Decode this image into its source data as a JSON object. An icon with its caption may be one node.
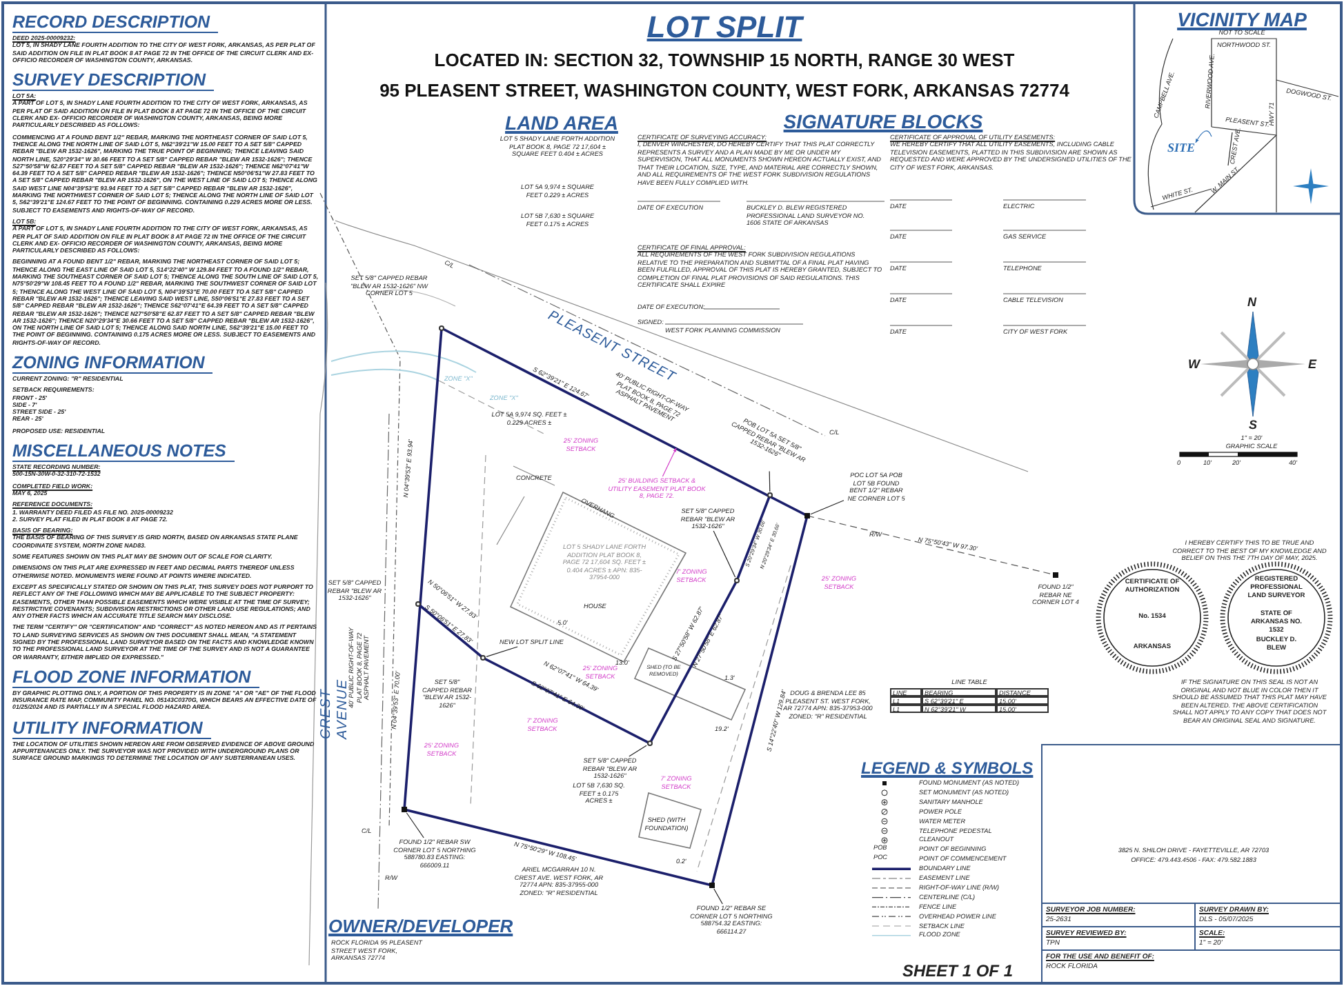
{
  "diagram": {
    "title": "LOT SPLIT",
    "nodes": [
      {
        "text": [
          "25' BUILDING SETBACK & UTILITY EASEMENT PLAT BOOK 8, PAGE 72."
        ]
      },
      {
        "text": [
          "POB LOT 5A SET 5/8\" CAPPED REBAR \"BLEW AR 1532-1626\""
        ]
      },
      {
        "text": [
          "POC LOT 5A POB LOT 5B FOUND BENT 1/2\" REBAR NE CORNER LOT 5"
        ]
      },
      {
        "text": [
          "SET 5/8\" CAPPED REBAR \"BLEW AR 1532-1626\""
        ]
      },
      {
        "text": [
          "NEW LOT SPLIT LINE"
        ]
      },
      {
        "text": [
          "SET 5/8\" CAPPED REBAR \"BLEW AR 1532-1626\""
        ]
      },
      {
        "text": [
          "FOUND 1/2\" REBAR SW CORNER LOT 5 NORTHING 588780.83 EASTING: 666009.11"
        ]
      },
      {
        "text": [
          "FOUND 1/2\" REBAR SE CORNER LOT 5 NORTHING 588754.32 EASTING: 666114.27"
        ]
      },
      {
        "text": [
          "SITE"
        ]
      },
      {
        "text": [],
        "shape": "circle"
      },
      {
        "text": [],
        "shape": "circle"
      },
      {
        "text": [],
        "shape": "box"
      },
      {
        "text": [],
        "shape": "box"
      },
      {
        "text": [],
        "shape": "circle"
      },
      {
        "text": [],
        "shape": "circle"
      },
      {
        "text": [],
        "shape": "circle"
      },
      {
        "text": [],
        "shape": "circle"
      },
      {
        "text": [],
        "shape": "box"
      },
      {
        "text": [],
        "shape": "box"
      }
    ],
    "edges": [
      {
        "from": 0,
        "to": null,
        "arrow": "to",
        "color": "#d23dc8"
      },
      {
        "from": 1,
        "to": 10,
        "arrow": "none"
      },
      {
        "from": 2,
        "to": 11,
        "arrow": "none"
      },
      {
        "from": 3,
        "to": 13,
        "arrow": "none"
      },
      {
        "from": 4,
        "to": 15,
        "arrow": "none"
      },
      {
        "from": 5,
        "to": 16,
        "arrow": "none"
      },
      {
        "from": 6,
        "to": 17,
        "arrow": "none"
      },
      {
        "from": 7,
        "to": 18,
        "arrow": "none"
      },
      {
        "from": null,
        "to": 8,
        "arrow": "to",
        "color": "#2d6fb5"
      }
    ],
    "labels": [
      "RECORD DESCRIPTION",
      "DEED 2025-00009232:",
      "LOT 5, IN SHADY LANE FOURTH ADDITION TO THE CITY OF WEST FORK, ARKANSAS, AS PER PLAT OF SAID ADDITION ON FILE IN PLAT BOOK 8 AT PAGE 72 IN THE OFFICE OF THE CIRCUIT CLERK AND EX- OFFICIO RECORDER OF WASHINGTON COUNTY, ARKANSAS.",
      "SURVEY DESCRIPTION",
      "LOT 5A:",
      "A PART OF LOT 5, IN SHADY LANE FOURTH ADDITION TO THE CITY OF WEST FORK, ARKANSAS, AS PER PLAT OF SAID ADDITION ON FILE IN PLAT BOOK 8 AT PAGE 72 IN THE OFFICE OF THE CIRCUIT CLERK AND EX- OFFICIO RECORDER OF WASHINGTON COUNTY, ARKANSAS, BEING MORE PARTICULARLY DESCRIBED AS FOLLOWS:",
      "COMMENCING AT A FOUND BENT 1/2\" REBAR, MARKING THE NORTHEAST CORNER OF SAID LOT 5, THENCE ALONG THE NORTH LINE OF SAID LOT 5, N62°39'21\"W 15.00 FEET TO A SET 5/8\" CAPPED REBAR \"BLEW AR 1532-1626\", MARKING THE TRUE POINT OF BEGINNING; THENCE LEAVING SAID NORTH LINE, S20°29'34\" W 30.66 FEET TO A SET 5/8\" CAPPED REBAR \"BLEW AR 1532-1626\"; THENCE S27°50'58\"W 62.87 FEET TO A SET 5/8\" CAPPED REBAR \"BLEW AR 1532-1626\"; THENCE N62°07'41\"W 64.39 FEET TO A SET 5/8\" CAPPED REBAR \"BLEW AR 1532-1626\"; THENCE N50°06'51\"W 27.83 FEET TO A SET 5/8\" CAPPED REBAR \"BLEW AR 1532-1626\", ON THE WEST LINE OF SAID LOT 5; THENCE ALONG SAID WEST LINE N04°39'53\"E 93.94 FEET TO A SET 5/8\" CAPPED REBAR \"BLEW AR 1532-1626\", MARKING THE NORTHWEST CORNER OF SAID LOT 5; THENCE ALONG THE NORTH LINE OF SAID LOT 5, S62°39'21\"E 124.67 FEET TO THE POINT OF BEGINNING. CONTAINING 0.229 ACRES MORE OR LESS. SUBJECT TO EASEMENTS AND RIGHTS-OF-WAY OF RECORD.",
      "LOT 5B:",
      "A PART OF LOT 5, IN SHADY LANE FOURTH ADDITION TO THE CITY OF WEST FORK, ARKANSAS, AS PER PLAT OF SAID ADDITION ON FILE IN PLAT BOOK 8 AT PAGE 72 IN THE OFFICE OF THE CIRCUIT CLERK AND EX- OFFICIO RECORDER OF WASHINGTON COUNTY, ARKANSAS, BEING MORE PARTICULARLY DESCRIBED AS FOLLOWS:",
      "BEGINNING AT A FOUND BENT 1/2\" REBAR, MARKING THE NORTHEAST CORNER OF SAID LOT 5; THENCE ALONG THE EAST LINE OF SAID LOT 5, S14°22'40\" W 129.84 FEET TO A FOUND 1/2\" REBAR, MARKING THE SOUTHEAST CORNER OF SAID LOT 5; THENCE ALONG THE SOUTH LINE OF SAID LOT 5, N75°50'29\"W 108.45 FEET TO A FOUND 1/2\" REBAR, MARKING THE SOUTHWEST CORNER OF SAID LOT 5; THENCE ALONG THE WEST LINE OF SAID LOT 5, N04°39'53\"E 70.00 FEET TO A SET 5/8\" CAPPED REBAR \"BLEW AR 1532-1626\"; THENCE LEAVING SAID WEST LINE, S50°06'51\"E 27.83 FEET TO A SET 5/8\" CAPPED REBAR \"BLEW AR 1532-1626\"; THENCE S62°07'41\"E 64.39 FEET TO A SET 5/8\" CAPPED REBAR \"BLEW AR 1532-1626\"; THENCE N27°50'58\"E 62.87 FEET TO A SET 5/8\" CAPPED REBAR \"BLEW AR 1532-1626\"; THENCE N20°29'34\"E 30.66 FEET TO A SET 5/8\" CAPPED REBAR \"BLEW AR 1532-1626\", ON THE NORTH LINE OF SAID LOT 5; THENCE ALONG SAID NORTH LINE, S62°39'21\"E 15.00 FEET TO THE POINT OF BEGINNING. CONTAINING 0.175 ACRES MORE OR LESS. SUBJECT TO EASEMENTS AND RIGHTS-OF-WAY OF RECORD.",
      "ZONING INFORMATION",
      "CURRENT ZONING: \"R\" RESIDENTIAL",
      "SETBACK REQUIREMENTS:",
      "FRONT - 25'",
      "SIDE - 7'",
      "STREET SIDE - 25'",
      "REAR - 25'",
      "PROPOSED USE: RESIDENTIAL",
      "MISCELLANEOUS NOTES",
      "STATE RECORDING NUMBER:",
      "500-15N-30W-0-32-310-72-1532",
      "COMPLETED FIELD WORK:",
      "MAY 6, 2025",
      "REFERENCE DOCUMENTS:",
      "1. WARRANTY DEED FILED AS FILE NO. 2025-00009232",
      "2. SURVEY PLAT FILED IN PLAT BOOK 8 AT PAGE 72.",
      "BASIS OF BEARING:",
      "THE BASIS OF BEARING OF THIS SURVEY IS GRID NORTH, BASED ON ARKANSAS STATE PLANE COORDINATE SYSTEM, NORTH ZONE NAD83.",
      "SOME FEATURES SHOWN ON THIS PLAT MAY BE SHOWN OUT OF SCALE FOR CLARITY.",
      "DIMENSIONS ON THIS PLAT ARE EXPRESSED IN FEET AND DECIMAL PARTS THEREOF UNLESS OTHERWISE NOTED. MONUMENTS WERE FOUND AT POINTS WHERE INDICATED.",
      "EXCEPT AS SPECIFICALLY STATED OR SHOWN ON THIS PLAT, THIS SURVEY DOES NOT PURPORT TO REFLECT ANY OF THE FOLLOWING WHICH MAY BE APPLICABLE TO THE SUBJECT PROPERTY: EASEMENTS, OTHER THAN POSSIBLE EASEMENTS WHICH WERE VISIBLE AT THE TIME OF SURVEY; RESTRICTIVE COVENANTS; SUBDIVISION RESTRICTIONS OR OTHER LAND USE REGULATIONS; AND ANY OTHER FACTS WHICH AN ACCURATE TITLE SEARCH MAY DISCLOSE.",
      "THE TERM \"CERTIFY\" OR \"CERTIFICATION\" AND \"CORRECT\" AS NOTED HEREON AND AS IT PERTAINS TO LAND SURVEYING SERVICES AS SHOWN ON THIS DOCUMENT SHALL MEAN, \"A STATEMENT SIGNED BY THE PROFESSIONAL LAND SURVEYOR BASED ON THE FACTS AND KNOWLEDGE KNOWN TO THE PROFESSIONAL LAND SURVEYOR AT THE TIME OF THE SURVEY AND IS NOT A GUARANTEE OR WARRANTY, EITHER IMPLIED OR EXPRESSED.\"",
      "FLOOD ZONE INFORMATION",
      "BY GRAPHIC PLOTTING ONLY, A PORTION OF THIS PROPERTY IS IN ZONE \"A\" OR \"AE\" OF THE FLOOD INSURANCE RATE MAP, COMMUNITY PANEL NO. 05143C0370G, WHICH BEARS AN EFFECTIVE DATE OF 01/25/2024 AND IS PARTIALLY IN A SPECIAL FLOOD HAZARD AREA.",
      "UTILITY INFORMATION",
      "THE LOCATION OF UTILITIES SHOWN HEREON ARE FROM OBSERVED EVIDENCE OF ABOVE GROUND APPURTENANCES ONLY. THE SURVEYOR WAS NOT PROVIDED WITH UNDERGROUND PLANS OR SURFACE GROUND MARKINGS TO DETERMINE THE LOCATION OF ANY SUBTERRANEAN USES.",
      "LOCATED IN: SECTION 32, TOWNSHIP 15 NORTH, RANGE 30 WEST",
      "95 PLEASENT STREET, WASHINGTON COUNTY, WEST FORK, ARKANSAS 72774",
      "LAND AREA",
      "LOT 5 SHADY LANE FORTH ADDITION PLAT BOOK 8, PAGE 72 17,604 ± SQUARE FEET 0.404 ± ACRES",
      "LOT 5A 9,974 ± SQUARE FEET 0.229 ± ACRES",
      "LOT 5B 7,630 ± SQUARE FEET 0.175 ± ACRES",
      "SIGNATURE BLOCKS",
      "CERTIFICATE OF SURVEYING ACCURACY:",
      "I, DENVER WINCHESTER, DO HEREBY CERTIFY THAT THIS PLAT CORRECTLY REPRESENTS A SURVEY AND A PLAN MADE BY ME OR UNDER MY SUPERVISION, THAT ALL MONUMENTS SHOWN HEREON ACTUALLY EXIST, AND THAT THEIR LOCATION, SIZE, TYPE, AND MATERIAL ARE CORRECTLY SHOWN, AND ALL REQUIREMENTS OF THE WEST FORK SUBDIVISION REGULATIONS HAVE BEEN FULLY COMPLIED WITH.",
      "DATE OF EXECUTION",
      "BUCKLEY D. BLEW REGISTERED PROFESSIONAL LAND SURVEYOR NO. 1606 STATE OF ARKANSAS",
      "CERTIFICATE OF FINAL APPROVAL:",
      "ALL REQUIREMENTS OF THE WEST FORK SUBDIVISION REGULATIONS RELATIVE TO THE PREPARATION AND SUBMITTAL OF A FINAL PLAT HAVING BEEN FULFILLED, APPROVAL OF THIS PLAT IS HEREBY GRANTED, SUBJECT TO COMPLETION OF FINAL PLAT PROVISIONS OF SAID REGULATIONS. THIS CERTIFICATE SHALL EXPIRE",
      "DATE OF EXECUTION:",
      "SIGNED:",
      "WEST FORK PLANNING COMMISSION",
      "CERTIFICATE OF APPROVAL OF UTILITY EASEMENTS:",
      "WE HEREBY CERTIFY THAT ALL UTILITY EASEMENTS, INCLUDING CABLE TELEVISION EASEMENTS, PLATTED IN THIS SUBDIVISION ARE SHOWN AS REQUESTED AND WERE APPROVED BY THE UNDERSIGNED UTILITIES OF THE CITY OF WEST FORK, ARKANSAS.",
      "DATE",
      "ELECTRIC",
      "DATE",
      "GAS SERVICE",
      "DATE",
      "TELEPHONE",
      "DATE",
      "CABLE TELEVISION",
      "DATE",
      "CITY OF WEST FORK",
      "SET 5/8\" CAPPED REBAR \"BLEW AR 1532-1626\" NW CORNER LOT 5",
      "C/L",
      "PLEASENT STREET",
      "40' PUBLIC RIGHT-OF-WAY PLAT BOOK 8, PAGE 72 ASPHALT PAVEMENT",
      "ZONE \"X\"",
      "ZONE \"X\"",
      "LOT 5A 9,974 SQ. FEET ± 0.229 ACRES ±",
      "S 62°39'21\" E 124.67'",
      "25' ZONING SETBACK",
      "CONCRETE",
      "OVERHANG",
      "R/W",
      "C/L",
      "N 75°50'43\" W 97.30'",
      "FOUND 1/2\" REBAR NE CORNER LOT 4",
      "LOT 5 SHADY LANE FORTH ADDITION PLAT BOOK 8, PAGE 72 17,604 SQ. FEET ± 0.404 ACRES ± APN: 835-37954-000",
      "HOUSE",
      "5.0'",
      "7' ZONING SETBACK",
      "25' ZONING SETBACK",
      "S 20°29'34\" W 30.66'",
      "N 20°29'34\" E 30.66'",
      "S 27°50'58\" W 62.87'",
      "N 27°50'58\" E 62.87'",
      "S 14°22'40\" W 129.84'",
      "N 04°39'53\" E 93.94'",
      "SET 5/8\" CAPPED REBAR \"BLEW AR 1532-1626\"",
      "N 50°06'51\" W 27.83'",
      "S 50°06'51\" E 27.83'",
      "SET 5/8\" CAPPED REBAR \"BLEW AR 1532-1626\"",
      "N 62°07'41\" W 64.39'",
      "S 62°07'41\" E 64.39'",
      "25' ZONING SETBACK",
      "SHED (TO BE REMOVED)",
      "13.0'",
      "19.2'",
      "1.3'",
      "N 04°39'53\" E 70.00'",
      "7' ZONING SETBACK",
      "25' ZONING SETBACK",
      "DOUG & BRENDA LEE 85 PLEASENT ST. WEST FORK, AR 72774 APN: 835-37953-000 ZONED: \"R\" RESIDENTIAL",
      "LOT 5B 7,630 SQ. FEET ± 0.175 ACRES ±",
      "7' ZONING SETBACK",
      "SHED (WITH FOUNDATION)",
      "CREST AVENUE",
      "40' PUBLIC RIGHT-OF-WAY PLAT BOOK 8, PAGE 72 ASPHALT PAVEMENT",
      "C/L",
      "R/W",
      "N 75°50'29\" W 108.45'",
      "ARIEL MCGARRAH 10 N. CREST AVE. WEST FORK, AR 72774 APN: 835-37955-000 ZONED: \"R\" RESIDENTIAL",
      "0.2'",
      "LINE TABLE",
      "LINE",
      "BEARING",
      "DISTANCE",
      "L1",
      "S 62°39'21\" E",
      "15.00'",
      "L1",
      "N 62°39'21\" W",
      "15.00'",
      "LEGEND & SYMBOLS",
      "POB",
      "POC",
      "VICINITY MAP",
      "NOT TO SCALE",
      "NORTHWOOD ST.",
      "DOGWOOD ST.",
      "CAMPBELL AVE.",
      "RIVERWOOD AVE.",
      "PLEASENT ST.",
      "CREST AVE.",
      "HWY 71",
      "W. MAIN ST.",
      "WHITE ST.",
      "N",
      "W",
      "E",
      "S",
      "1\" = 20'",
      "GRAPHIC SCALE",
      "0",
      "10'",
      "20'",
      "40'",
      "I HEREBY CERTIFY THIS TO BE TRUE AND CORRECT TO THE BEST OF MY KNOWLEDGE AND BELIEF ON THIS THE 7TH DAY OF MAY, 2025.",
      "CERTIFICATE OF AUTHORIZATION",
      "No. 1534",
      "ARKANSAS",
      "REGISTERED PROFESSIONAL LAND SURVEYOR",
      "STATE OF ARKANSAS NO. 1532",
      "BUCKLEY D. BLEW",
      "IF THE SIGNATURE ON THIS SEAL IS NOT AN ORIGINAL AND NOT BLUE IN COLOR THEN IT SHOULD BE ASSUMED THAT THIS PLAT MAY HAVE BEEN ALTERED. THE ABOVE CERTIFICATION SHALL NOT APPLY TO ANY COPY THAT DOES NOT BEAR AN ORIGINAL SEAL AND SIGNATURE.",
      "3825 N. SHILOH DRIVE - FAYETTEVILLE, AR 72703",
      "OFFICE: 479.443.4506 - FAX: 479.582.1883",
      "SURVEYOR JOB NUMBER:",
      "25-2631",
      "SURVEY DRAWN BY:",
      "DLS - 05/07/2025",
      "SURVEY REVIEWED BY:",
      "TPN",
      "SCALE:",
      "1\" = 20'",
      "FOR THE USE AND BENEFIT OF:",
      "ROCK FLORIDA",
      "SHEET 1 OF 1",
      "OWNER/DEVELOPER",
      "ROCK FLORIDA 95 PLEASENT STREET WEST FORK, ARKANSAS 72774"
    ],
    "legend": [
      {
        "text": "FOUND MONUMENT (AS NOTED)"
      },
      {
        "text": "SET MONUMENT (AS NOTED)"
      },
      {
        "text": "SANITARY MANHOLE"
      },
      {
        "text": "POWER POLE"
      },
      {
        "text": "WATER METER"
      },
      {
        "text": "TELEPHONE PEDESTAL"
      },
      {
        "text": "CLEANOUT"
      },
      {
        "text": "POINT OF BEGINNING"
      },
      {
        "text": "POINT OF COMMENCEMENT"
      },
      {
        "text": "BOUNDARY LINE"
      },
      {
        "text": "EASEMENT LINE"
      },
      {
        "text": "RIGHT-OF-WAY LINE (R/W)"
      },
      {
        "text": "CENTERLINE (C/L)"
      },
      {
        "text": "FENCE LINE"
      },
      {
        "text": "OVERHEAD POWER LINE"
      },
      {
        "text": "SETBACK LINE"
      },
      {
        "text": "FLOOD ZONE"
      }
    ]
  }
}
